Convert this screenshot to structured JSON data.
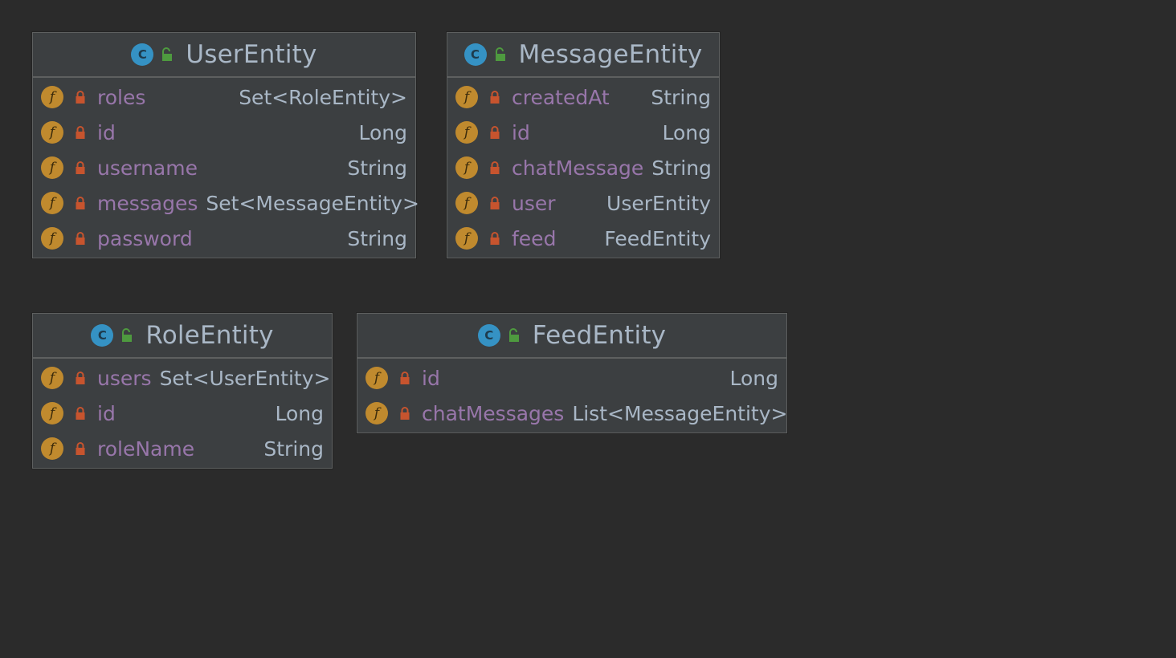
{
  "classes": [
    {
      "name": "UserEntity",
      "fields": [
        {
          "name": "roles",
          "type": "Set<RoleEntity>"
        },
        {
          "name": "id",
          "type": "Long"
        },
        {
          "name": "username",
          "type": "String"
        },
        {
          "name": "messages",
          "type": "Set<MessageEntity>"
        },
        {
          "name": "password",
          "type": "String"
        }
      ]
    },
    {
      "name": "MessageEntity",
      "fields": [
        {
          "name": "createdAt",
          "type": "String"
        },
        {
          "name": "id",
          "type": "Long"
        },
        {
          "name": "chatMessage",
          "type": "String"
        },
        {
          "name": "user",
          "type": "UserEntity"
        },
        {
          "name": "feed",
          "type": "FeedEntity"
        }
      ]
    },
    {
      "name": "RoleEntity",
      "fields": [
        {
          "name": "users",
          "type": "Set<UserEntity>"
        },
        {
          "name": "id",
          "type": "Long"
        },
        {
          "name": "roleName",
          "type": "String"
        }
      ]
    },
    {
      "name": "FeedEntity",
      "fields": [
        {
          "name": "id",
          "type": "Long"
        },
        {
          "name": "chatMessages",
          "type": "List<MessageEntity>"
        }
      ]
    }
  ],
  "icons": {
    "class_badge_letter": "C",
    "field_badge_letter": "f",
    "class_badge": "class-icon",
    "field_badge": "field-icon",
    "public_visibility": "unlocked-icon",
    "private_visibility": "lock-icon"
  },
  "colors": {
    "background": "#2b2b2b",
    "box": "#3c3f41",
    "border": "#5e6060",
    "class_badge": "#3592c4",
    "field_badge": "#c08a2e",
    "lock_private": "#c7542e",
    "lock_public": "#4e9a3f",
    "field_name": "#9876aa",
    "type_text": "#a9b7c6"
  }
}
